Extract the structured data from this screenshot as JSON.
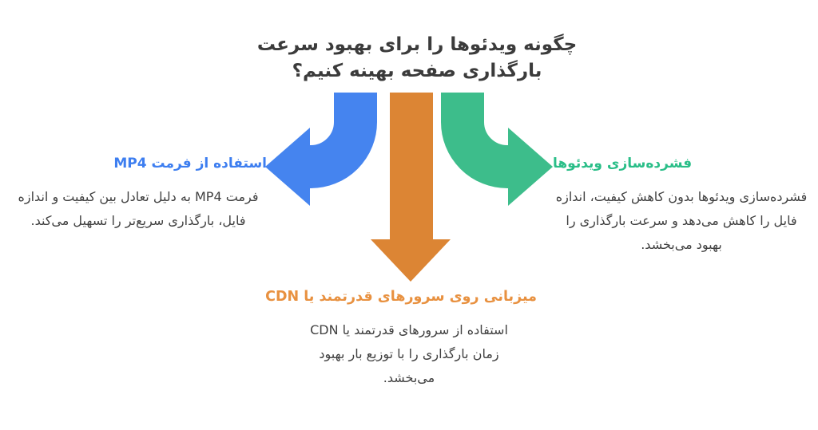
{
  "title": "چگونه ویدئوها را برای بهبود سرعت بارگذاری صفحه بهینه کنیم؟",
  "colors": {
    "arrow_blue": "#4584ef",
    "arrow_green": "#3dbd8b",
    "arrow_orange": "#dc8534",
    "heading_blue": "#3d7ef0",
    "heading_green": "#2abe88",
    "heading_orange": "#e89140",
    "title_text": "#3b3b3b",
    "body_text": "#414141",
    "background": "#ffffff"
  },
  "icons": {
    "left": "curved-arrow-left",
    "center": "down-arrow",
    "right": "curved-arrow-right"
  },
  "sections": {
    "mp4": {
      "heading": "استفاده از فرمت MP4",
      "body": "فرمت MP4 به دلیل تعادل بین کیفیت و اندازه فایل، بارگذاری سریع‌تر را تسهیل می‌کند."
    },
    "compression": {
      "heading": "فشرده‌سازی ویدئوها",
      "body": "فشرده‌سازی ویدئوها بدون کاهش کیفیت، اندازه فایل را کاهش می‌دهد و سرعت بارگذاری را بهبود می‌بخشد."
    },
    "cdn": {
      "heading": "میزبانی روی سرورهای قدرتمند یا CDN",
      "body": "استفاده از سرورهای قدرتمند یا CDN زمان بارگذاری را با توزیع بار بهبود می‌بخشد."
    }
  }
}
